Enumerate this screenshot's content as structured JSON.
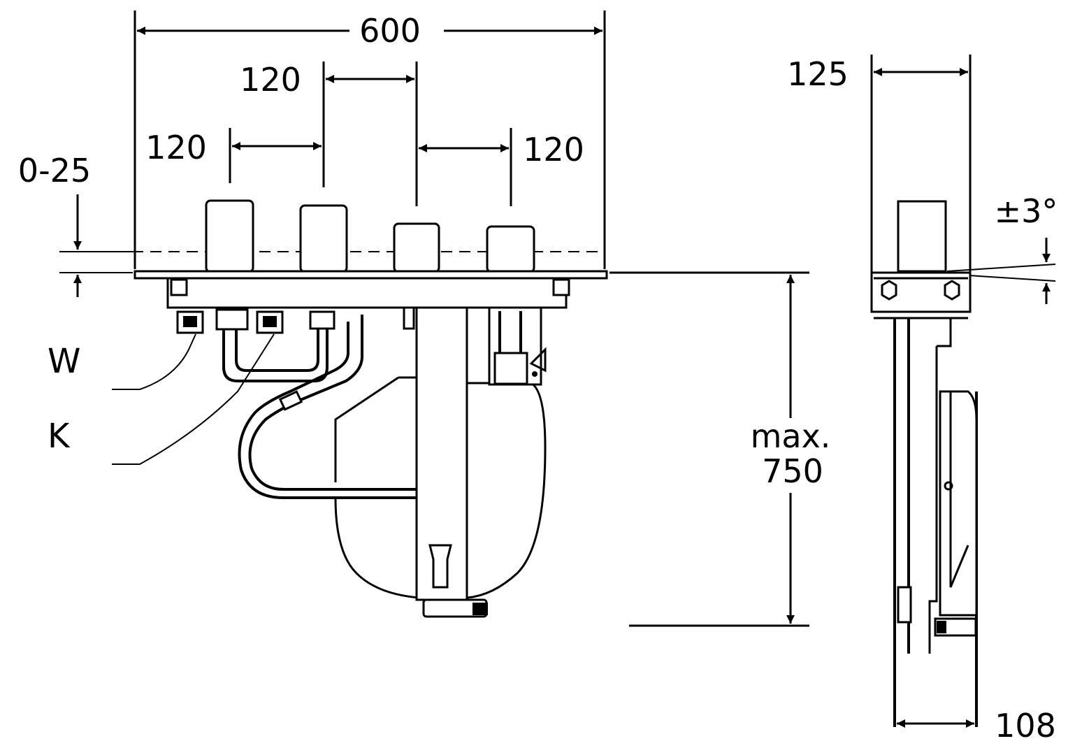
{
  "front_view": {
    "dims": {
      "overall_width": "600",
      "spacing_middle": "120",
      "spacing_left": "120",
      "spacing_right": "120",
      "adjust_range": "0-25",
      "height_label_1": "max.",
      "height_label_2": "750"
    },
    "labels": {
      "warm": "W",
      "cold": "K"
    }
  },
  "side_view": {
    "dims": {
      "depth_top": "125",
      "tilt": "±3°",
      "depth_bottom": "108"
    }
  },
  "colors": {
    "line": "#000000",
    "background": "#ffffff"
  }
}
